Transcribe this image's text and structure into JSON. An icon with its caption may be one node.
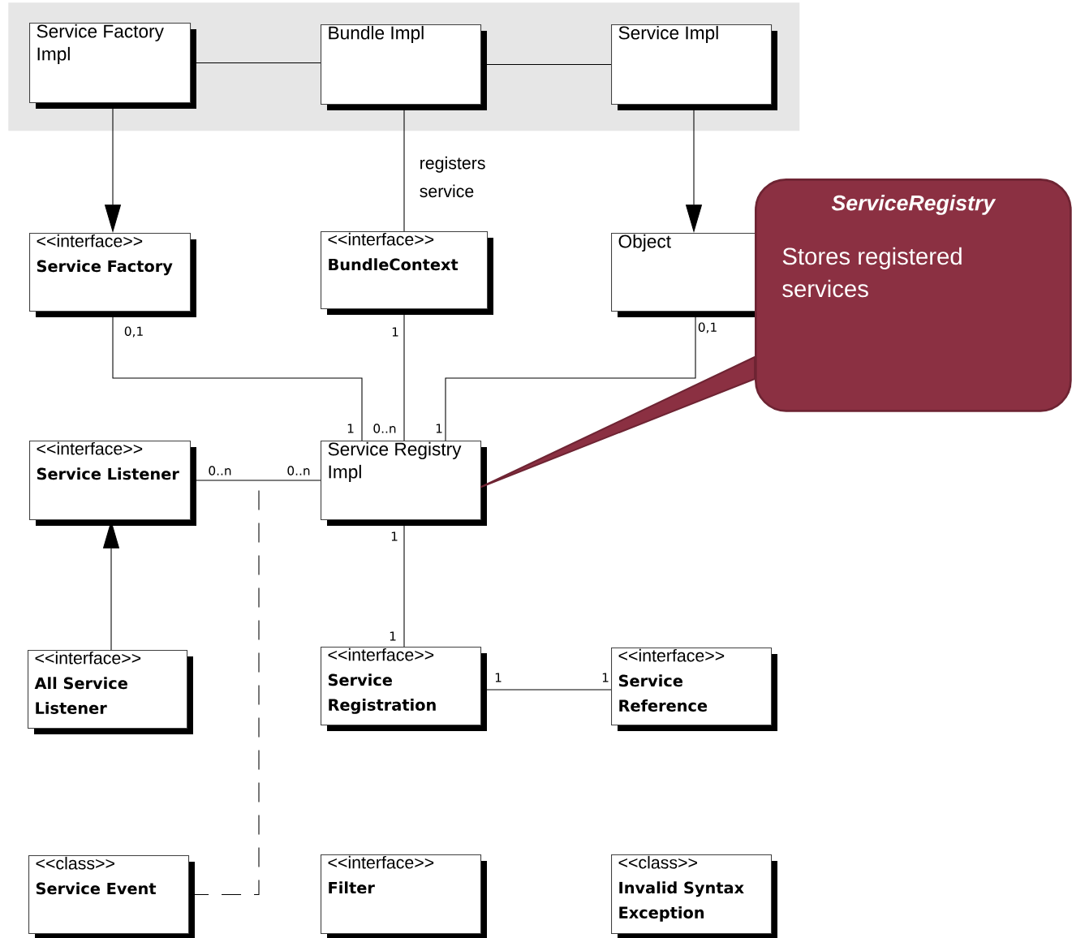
{
  "diagram": {
    "nodes": [
      {
        "text": [],
        "shape": "band"
      },
      {
        "text": [
          "Service Factory Impl"
        ],
        "in": 0
      },
      {
        "text": [
          "Bundle Impl"
        ],
        "in": 0
      },
      {
        "text": [
          "Service Impl"
        ],
        "in": 0
      },
      {
        "text": [
          "<<interface>>",
          "Service Factory"
        ]
      },
      {
        "text": [
          "<<interface>>",
          "BundleContext"
        ]
      },
      {
        "text": [
          "Object"
        ]
      },
      {
        "text": [
          "ServiceRegistry",
          "Stores registered services"
        ]
      },
      {
        "text": [
          "<<interface>>",
          "Service Listener"
        ]
      },
      {
        "text": [
          "Service Registry Impl"
        ]
      },
      {
        "text": [
          "<<interface>>",
          "All Service Listener"
        ]
      },
      {
        "text": [
          "<<interface>>",
          "Service Registration"
        ]
      },
      {
        "text": [
          "<<interface>>",
          "Service Reference"
        ]
      },
      {
        "text": [
          "<<class>>",
          "Service Event"
        ]
      },
      {
        "text": [
          "<<interface>>",
          "Filter"
        ]
      },
      {
        "text": [
          "<<class>>",
          "Invalid Syntax Exception"
        ]
      }
    ],
    "edges": [
      {
        "from": 1,
        "to": 2,
        "arrow": "none"
      },
      {
        "from": 2,
        "to": 3,
        "arrow": "none"
      },
      {
        "from": 1,
        "to": 4,
        "arrow": "to"
      },
      {
        "from": 3,
        "to": 6,
        "arrow": "to"
      },
      {
        "from": 2,
        "to": 5,
        "arrow": "none",
        "label": "registers service"
      },
      {
        "from": 4,
        "to": 9,
        "arrow": "none"
      },
      {
        "from": 5,
        "to": 9,
        "arrow": "none"
      },
      {
        "from": 6,
        "to": 9,
        "arrow": "none"
      },
      {
        "from": 8,
        "to": 9,
        "arrow": "none"
      },
      {
        "from": 10,
        "to": 8,
        "arrow": "to"
      },
      {
        "from": 9,
        "to": 11,
        "arrow": "none"
      },
      {
        "from": 11,
        "to": 12,
        "arrow": "none"
      },
      {
        "from": 13,
        "to": null,
        "arrow": "none",
        "style": "dashed"
      },
      {
        "from": 7,
        "to": 9,
        "arrow": "none",
        "color": "#8b3042"
      }
    ],
    "labels": [
      "0,1",
      "1",
      "0,1",
      "1",
      "0..n",
      "1",
      "0..n",
      "0..n",
      "1",
      "1",
      "1",
      "1"
    ]
  }
}
